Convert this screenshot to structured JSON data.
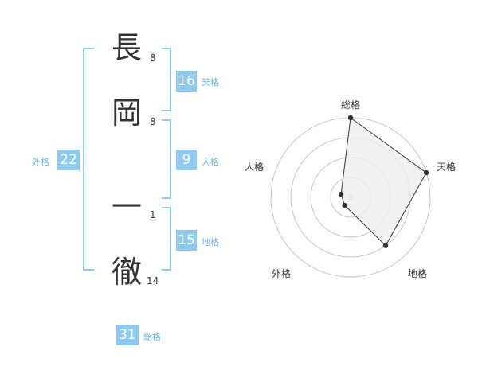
{
  "characters": [
    {
      "char": "長",
      "strokes": "8"
    },
    {
      "char": "岡",
      "strokes": "8"
    },
    {
      "char": "一",
      "strokes": "1"
    },
    {
      "char": "徹",
      "strokes": "14"
    }
  ],
  "fortunes": {
    "tenkaku": {
      "value": "16",
      "label": "天格"
    },
    "jinkaku": {
      "value": "9",
      "label": "人格"
    },
    "chikaku": {
      "value": "15",
      "label": "地格"
    },
    "gaikaku": {
      "value": "22",
      "label": "外格"
    },
    "soukaku": {
      "value": "31",
      "label": "総格"
    }
  },
  "chart_data": {
    "type": "radar",
    "axes": [
      "総格",
      "天格",
      "地格",
      "外格",
      "人格"
    ],
    "values": [
      4,
      4,
      3,
      0.5,
      0.5
    ],
    "max": 4,
    "rings": 4,
    "fill_color": "#eeeeee",
    "line_color": "#333333",
    "grid_color": "#bbbbbb"
  }
}
